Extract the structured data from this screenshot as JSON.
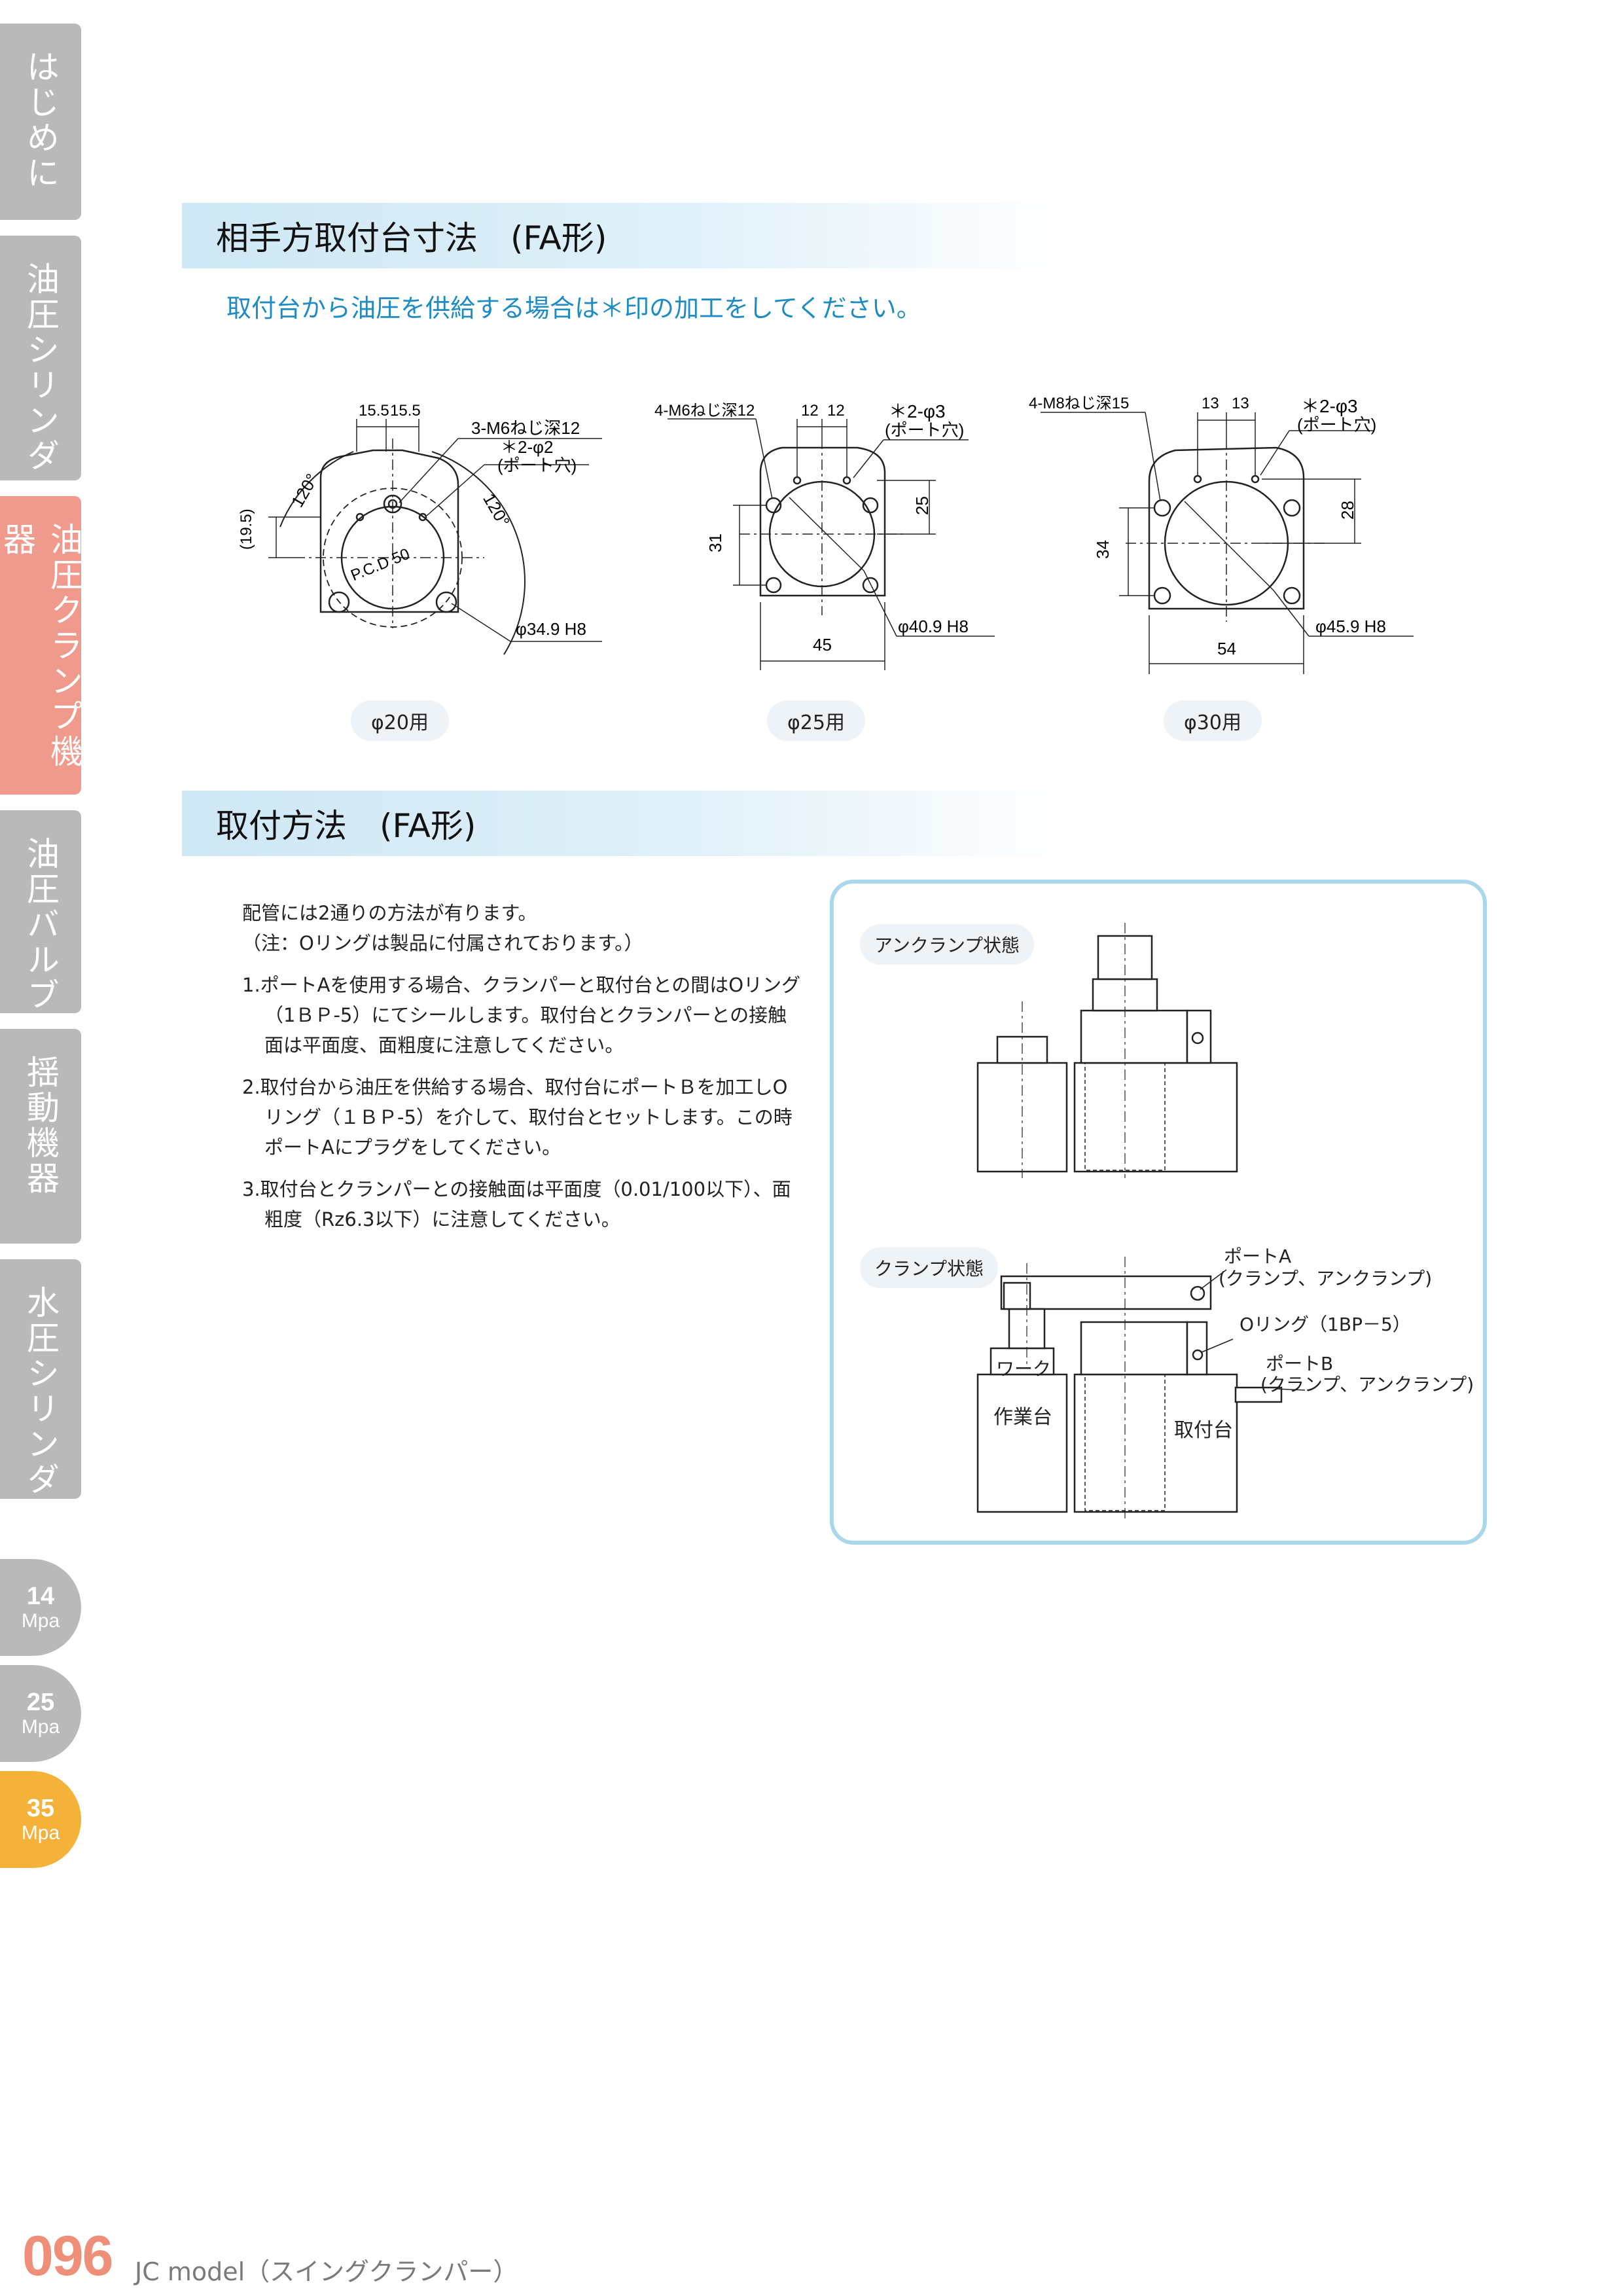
{
  "sidebar": {
    "tabs": [
      {
        "label": "はじめに",
        "active": false
      },
      {
        "label": "油圧シリンダ",
        "active": false
      },
      {
        "label": "油圧クランプ機器",
        "active": true
      },
      {
        "label": "油圧バルブ",
        "active": false
      },
      {
        "label": "揺動機器",
        "active": false
      },
      {
        "label": "水圧シリンダ",
        "active": false
      }
    ],
    "pressures": [
      {
        "value": "14",
        "unit": "Mpa",
        "active": false
      },
      {
        "value": "25",
        "unit": "Mpa",
        "active": false
      },
      {
        "value": "35",
        "unit": "Mpa",
        "active": true
      }
    ]
  },
  "section1": {
    "title": "相手方取付台寸法　(FA形)",
    "note": "取付台から油圧を供給する場合は＊印の加工をしてください。",
    "drawing20": {
      "caption": "φ20用",
      "dim_a": "15.5",
      "dim_b": "15.5",
      "thread": "3-M6ねじ深12",
      "port": "＊2-φ2",
      "port_note": "(ポート穴)",
      "angle_left": "120°",
      "angle_right": "120°",
      "height": "(19.5)",
      "pcd": "P.C.D 50",
      "bore": "φ34.9 H8"
    },
    "drawing25": {
      "caption": "φ25用",
      "thread": "4-M6ねじ深12",
      "dim_a": "12",
      "dim_b": "12",
      "port": "＊2-φ3",
      "port_note": "(ポート穴)",
      "height_left": "31",
      "height_right": "25",
      "bore": "φ40.9 H8",
      "width": "45"
    },
    "drawing30": {
      "caption": "φ30用",
      "thread": "4-M8ねじ深15",
      "dim_a": "13",
      "dim_b": "13",
      "port": "＊2-φ3",
      "port_note": "(ポート穴)",
      "height_left": "34",
      "height_right": "28",
      "bore": "φ45.9 H8",
      "width": "54"
    }
  },
  "section2": {
    "title": "取付方法　(FA形)",
    "intro": "配管には2通りの方法が有ります。",
    "intro_note": "（注：Oリングは製品に付属されております。）",
    "items": [
      "1.ポートAを使用する場合、クランパーと取付台との間はOリング（1ＢＰ-5）にてシールします。取付台とクランパーとの接触面は平面度、面粗度に注意してください。",
      "2.取付台から油圧を供給する場合、取付台にポートＢを加工しOリング（１ＢＰ-5）を介して、取付台とセットします。この時ポートAにプラグをしてください。",
      "3.取付台とクランパーとの接触面は平面度（0.01/100以下）、面粗度（Rz6.3以下）に注意してください。"
    ],
    "panel": {
      "unclamp_label": "アンクランプ状態",
      "clamp_label": "クランプ状態",
      "port_a": "ポートA",
      "port_a_note": "(クランプ、アンクランプ)",
      "oring": "Oリング（1BP－5）",
      "port_b": "ポートB",
      "port_b_note": "(クランプ、アンクランプ)",
      "work": "ワーク",
      "worktable": "作業台",
      "mount": "取付台"
    }
  },
  "footer": {
    "page": "096",
    "model": "JC model（スイングクランパー）"
  }
}
